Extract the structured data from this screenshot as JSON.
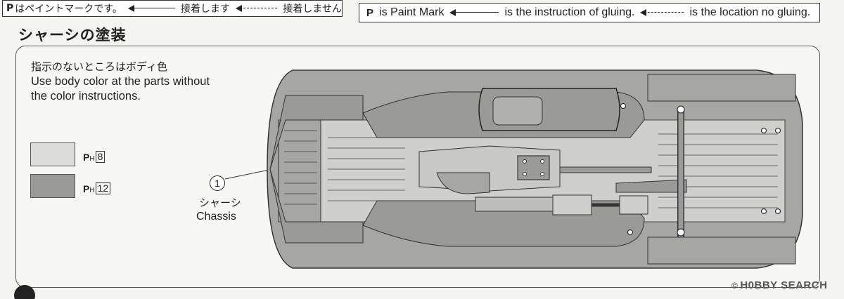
{
  "legend_jp": {
    "paint_mark": "P",
    "paint_text": "はペイントマークです。",
    "glue_text": "接着します",
    "no_glue_text": "接着しません"
  },
  "legend_en": {
    "paint_mark": "P",
    "paint_text": "is Paint Mark",
    "glue_text": "is the instruction of gluing.",
    "no_glue_text": "is the location no gluing."
  },
  "section_title": "シャーシの塗装",
  "note": {
    "jp": "指示のないところはボディ色",
    "en_line1": "Use body color at the parts without",
    "en_line2": "the color instructions."
  },
  "swatches": [
    {
      "mark": "P",
      "sub": "H",
      "code": "8",
      "color": "#dcdcda"
    },
    {
      "mark": "P",
      "sub": "H",
      "code": "12",
      "color": "#9a9a98"
    }
  ],
  "part": {
    "number": "1",
    "name_jp": "シャーシ",
    "name_en": "Chassis"
  },
  "watermark": "H0BBY SEARCH",
  "watermark_symbol": "©"
}
